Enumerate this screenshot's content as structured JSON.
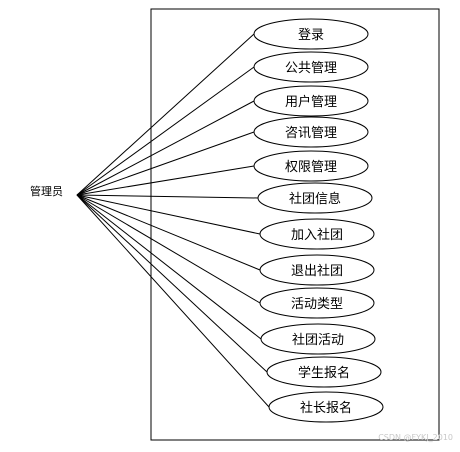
{
  "actor": {
    "label": "管理员"
  },
  "use_cases": [
    {
      "label": "登录"
    },
    {
      "label": "公共管理"
    },
    {
      "label": "用户管理"
    },
    {
      "label": "咨讯管理"
    },
    {
      "label": "权限管理"
    },
    {
      "label": "社团信息"
    },
    {
      "label": "加入社团"
    },
    {
      "label": "退出社团"
    },
    {
      "label": "活动类型"
    },
    {
      "label": "社团活动"
    },
    {
      "label": "学生报名"
    },
    {
      "label": "社长报名"
    }
  ],
  "watermark": "CSDN @FYKJ_2010"
}
